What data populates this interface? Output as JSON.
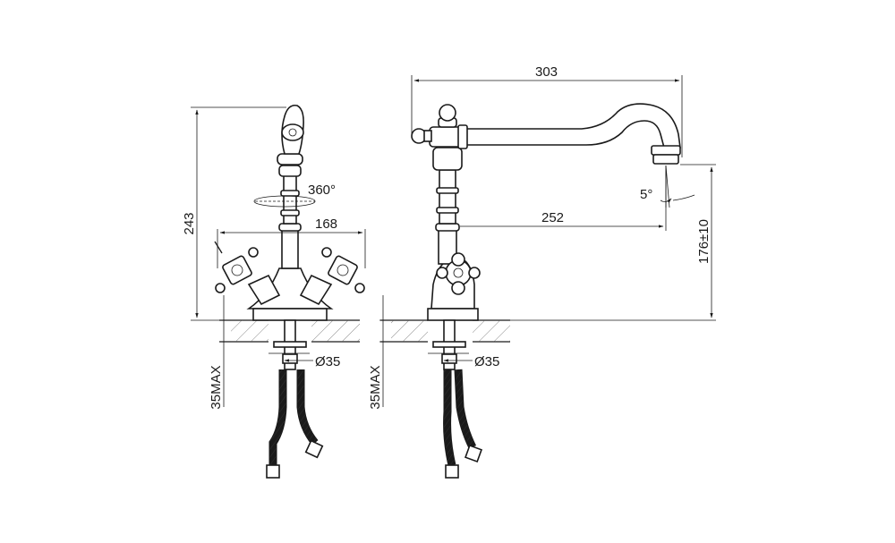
{
  "dimensions": {
    "total_height": "243",
    "rotation": "360°",
    "handle_span": "168",
    "spout_reach": "303",
    "spout_length": "252",
    "tilt_angle": "5°",
    "spout_height": "176±10",
    "mount_max_left": "35MAX",
    "mount_max_right": "35MAX",
    "hole_diameter_left": "Ø35",
    "hole_diameter_right": "Ø35"
  },
  "colors": {
    "line": "#1a1a1a",
    "background": "#ffffff",
    "hatch": "#555555"
  }
}
